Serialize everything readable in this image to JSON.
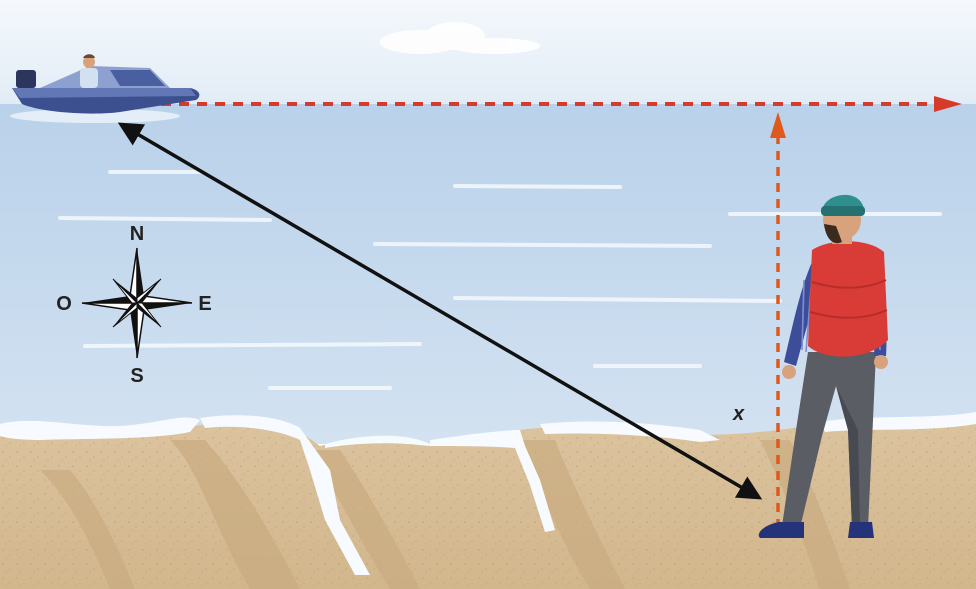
{
  "compass": {
    "north": "N",
    "south": "S",
    "east": "E",
    "west": "O"
  },
  "distance_label": "x",
  "colors": {
    "sky": "#e9f1f8",
    "sea": "#c9dcef",
    "sand": "#d9bf98",
    "foam": "#f7fbff",
    "boat_path": "#d63a2a",
    "distance_marker": "#e0591c",
    "line_of_sight": "#111111",
    "vest": "#d93b36",
    "beanie": "#2e8f8c"
  },
  "icons": [
    "speedboat",
    "compass-rose",
    "person-standing"
  ]
}
